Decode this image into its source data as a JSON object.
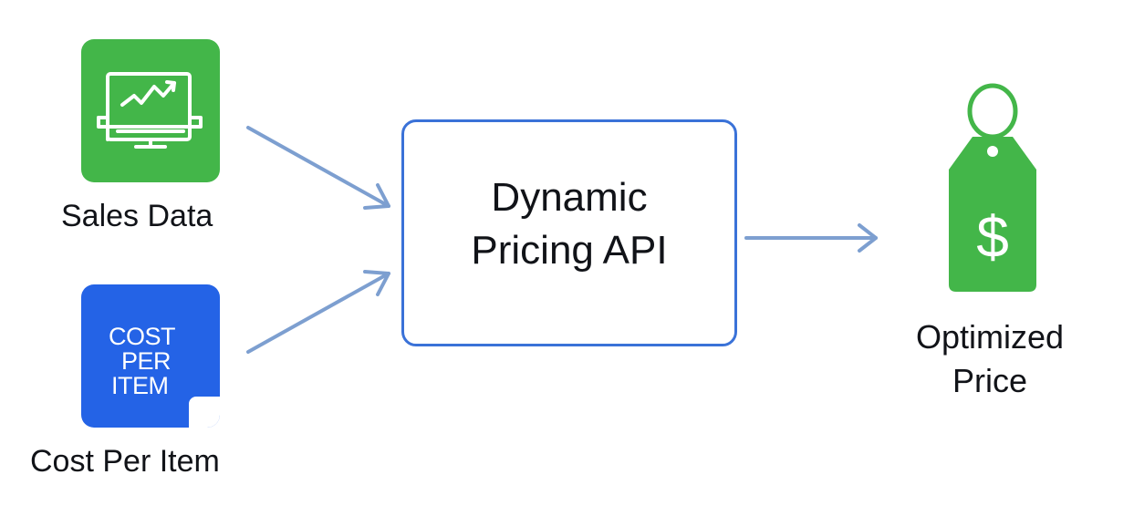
{
  "inputs": {
    "sales": {
      "label": "Sales Data",
      "icon": "sales-chart-icon",
      "color": "#43b649"
    },
    "cost": {
      "label": "Cost Per Item",
      "icon_lines": [
        "COST",
        "PER",
        "ITEM"
      ],
      "color": "#2463e6"
    }
  },
  "api": {
    "title_lines": [
      "Dynamic",
      "Pricing API"
    ],
    "border_color": "#3a72d8"
  },
  "output": {
    "label_lines": [
      "Optimized",
      "Price"
    ],
    "icon": "price-tag-icon",
    "tag_symbol": "$",
    "color": "#43b649"
  },
  "arrows": {
    "color": "#7d9fd0"
  }
}
